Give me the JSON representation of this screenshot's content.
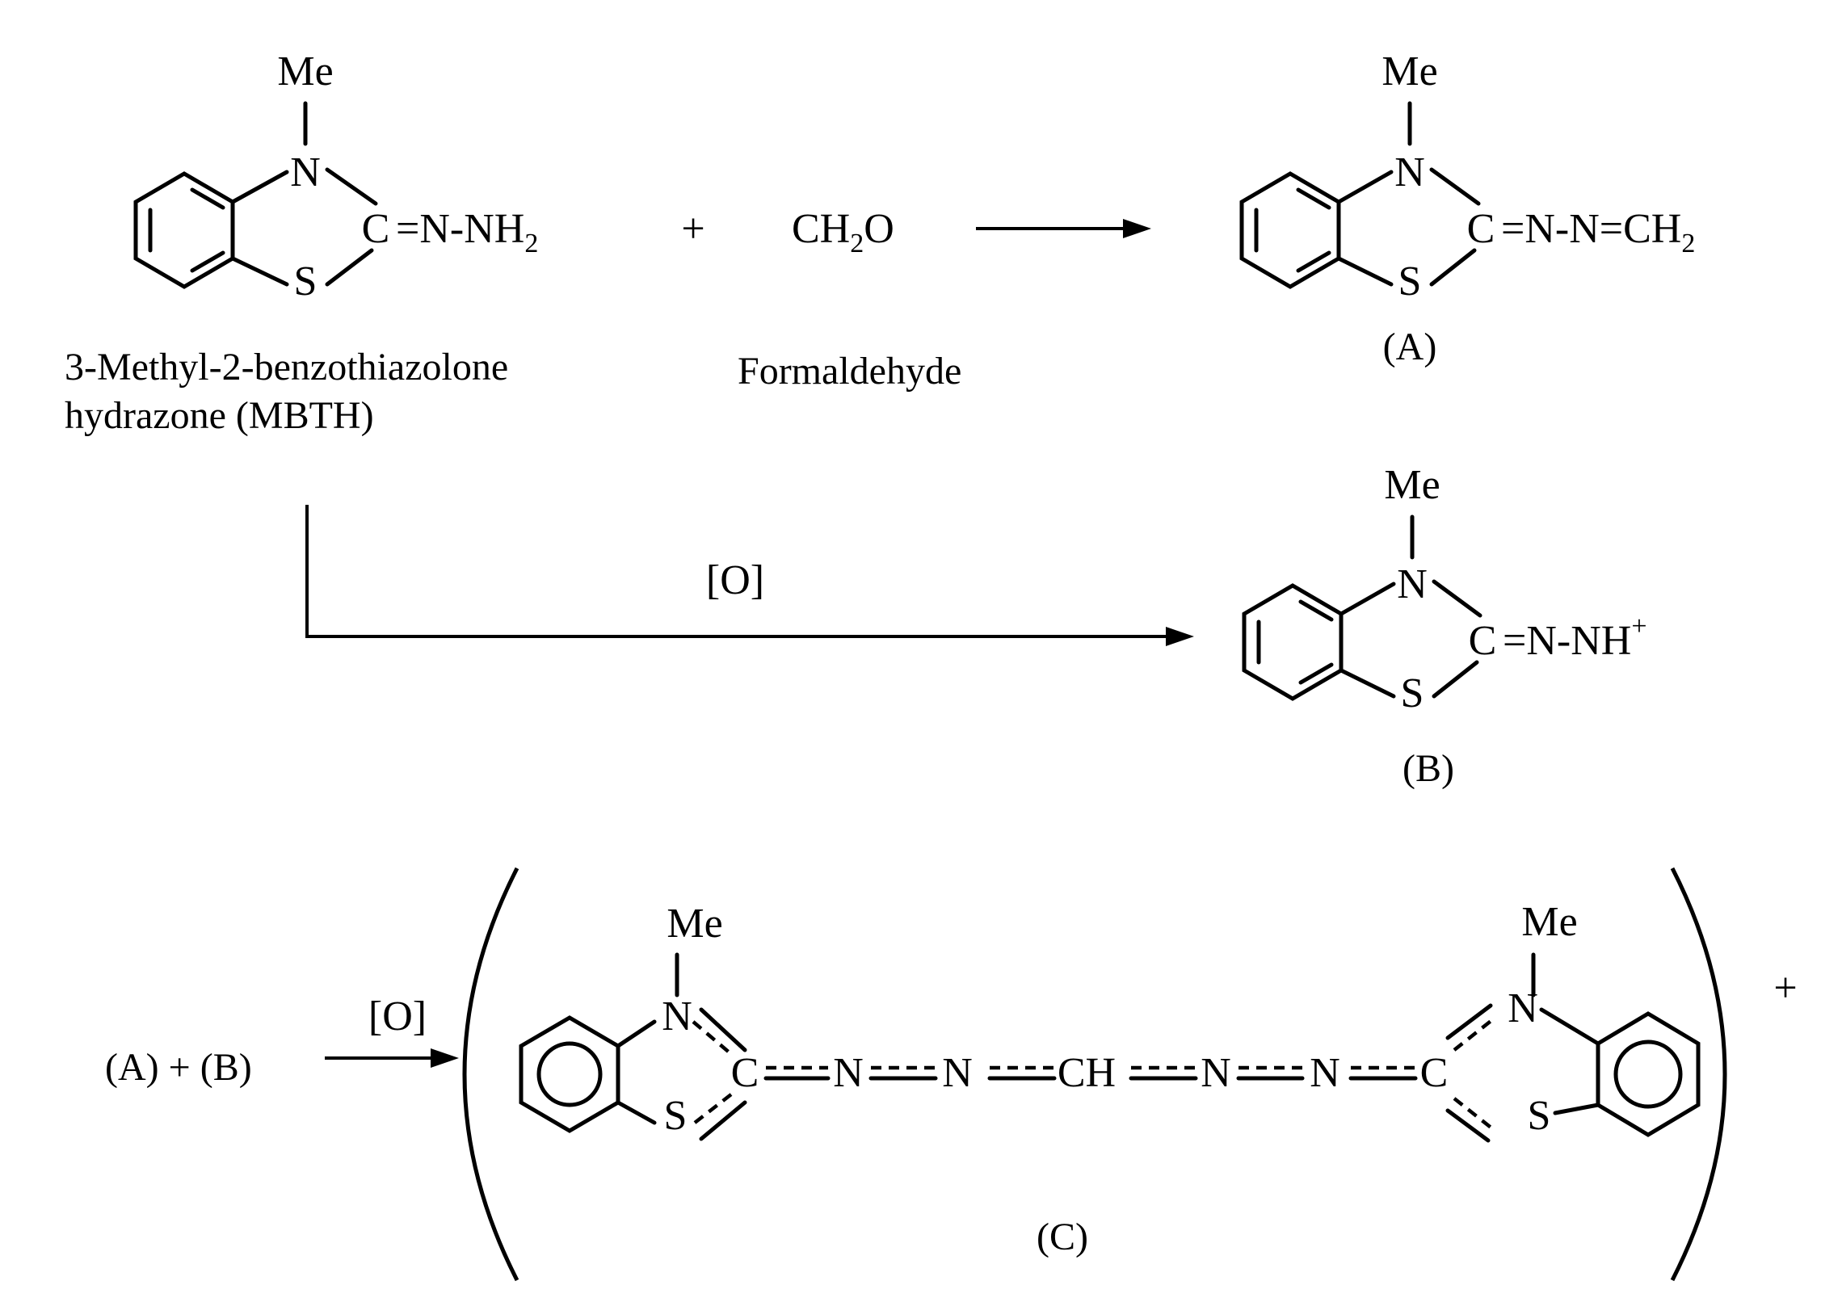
{
  "atoms": {
    "me": "Me",
    "n": "N",
    "s": "S",
    "c": "C",
    "ch": "CH"
  },
  "reactant": {
    "hydrazone_prefix": "=N-NH",
    "sub": "2",
    "name_line1": "3-Methyl-2-benzothiazolone",
    "name_line2": "hydrazone (MBTH)"
  },
  "plus": "+",
  "formaldehyde": {
    "formula_ch": "CH",
    "formula_sub": "2",
    "formula_o": "O",
    "name": "Formaldehyde"
  },
  "product_a": {
    "chain": "=N-N=CH",
    "sub": "2",
    "label": "(A)"
  },
  "oxidant": "[O]",
  "product_b": {
    "chain": "=N-NH",
    "sup": "+",
    "label": "(B)"
  },
  "combine": {
    "text": "(A) + (B)",
    "oxidant": "[O]"
  },
  "product_c": {
    "label": "(C)",
    "charge": "+"
  }
}
